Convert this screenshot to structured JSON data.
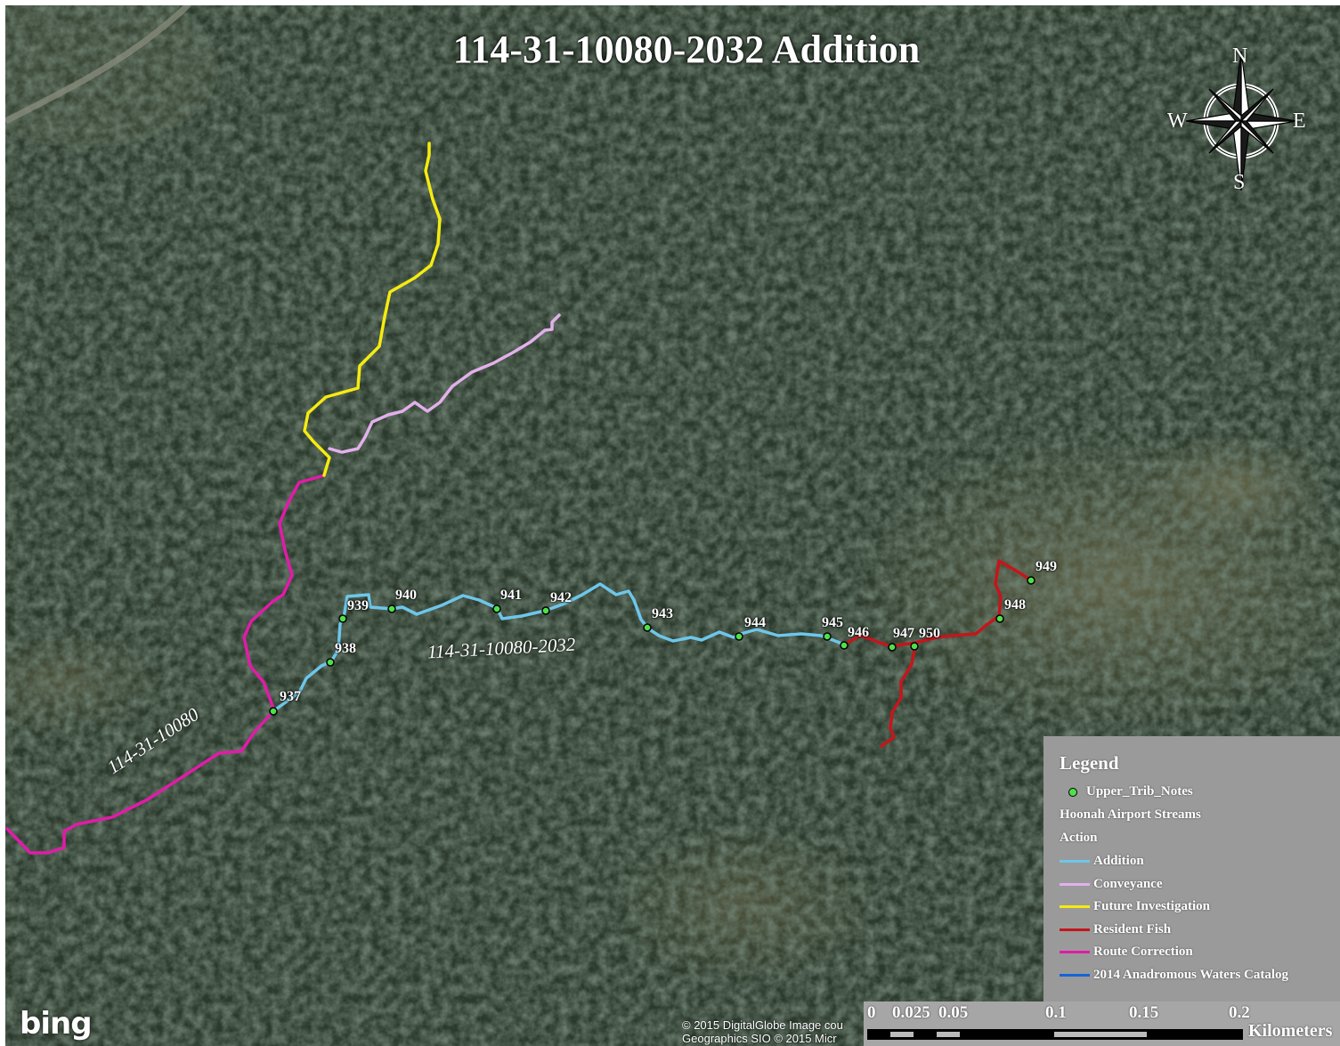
{
  "title": "114-31-10080-2032 Addition",
  "compass": {
    "n": "N",
    "s": "S",
    "e": "E",
    "w": "W"
  },
  "stream_labels": {
    "main": "114-31-10080",
    "addition": "114-31-10080-2032"
  },
  "point_labels": [
    "937",
    "938",
    "939",
    "940",
    "941",
    "942",
    "943",
    "944",
    "945",
    "946",
    "947",
    "950",
    "948",
    "949"
  ],
  "legend": {
    "title": "Legend",
    "point_layer": "Upper_Trib_Notes",
    "layer_name": "Hoonah Airport Streams",
    "field": "Action",
    "items": [
      {
        "label": "Addition",
        "color": "#6ec6ea"
      },
      {
        "label": "Conveyance",
        "color": "#e2b0ec"
      },
      {
        "label": "Future Investigation",
        "color": "#f5eb10"
      },
      {
        "label": "Resident Fish",
        "color": "#c4161c"
      },
      {
        "label": "Route Correction",
        "color": "#e01ca8"
      },
      {
        "label": "2014 Anadromous Waters Catalog",
        "color": "#1464d8"
      }
    ],
    "point_color": "#4fe04a"
  },
  "scale": {
    "ticks": [
      "0",
      "0.025",
      "0.05",
      "0.1",
      "0.15",
      "0.2"
    ],
    "unit": "Kilometers"
  },
  "attribution": {
    "logo": "bing",
    "line1": "© 2015 DigitalGlobe Image cou",
    "line2": "Geographics  SIO © 2015 Micr"
  }
}
